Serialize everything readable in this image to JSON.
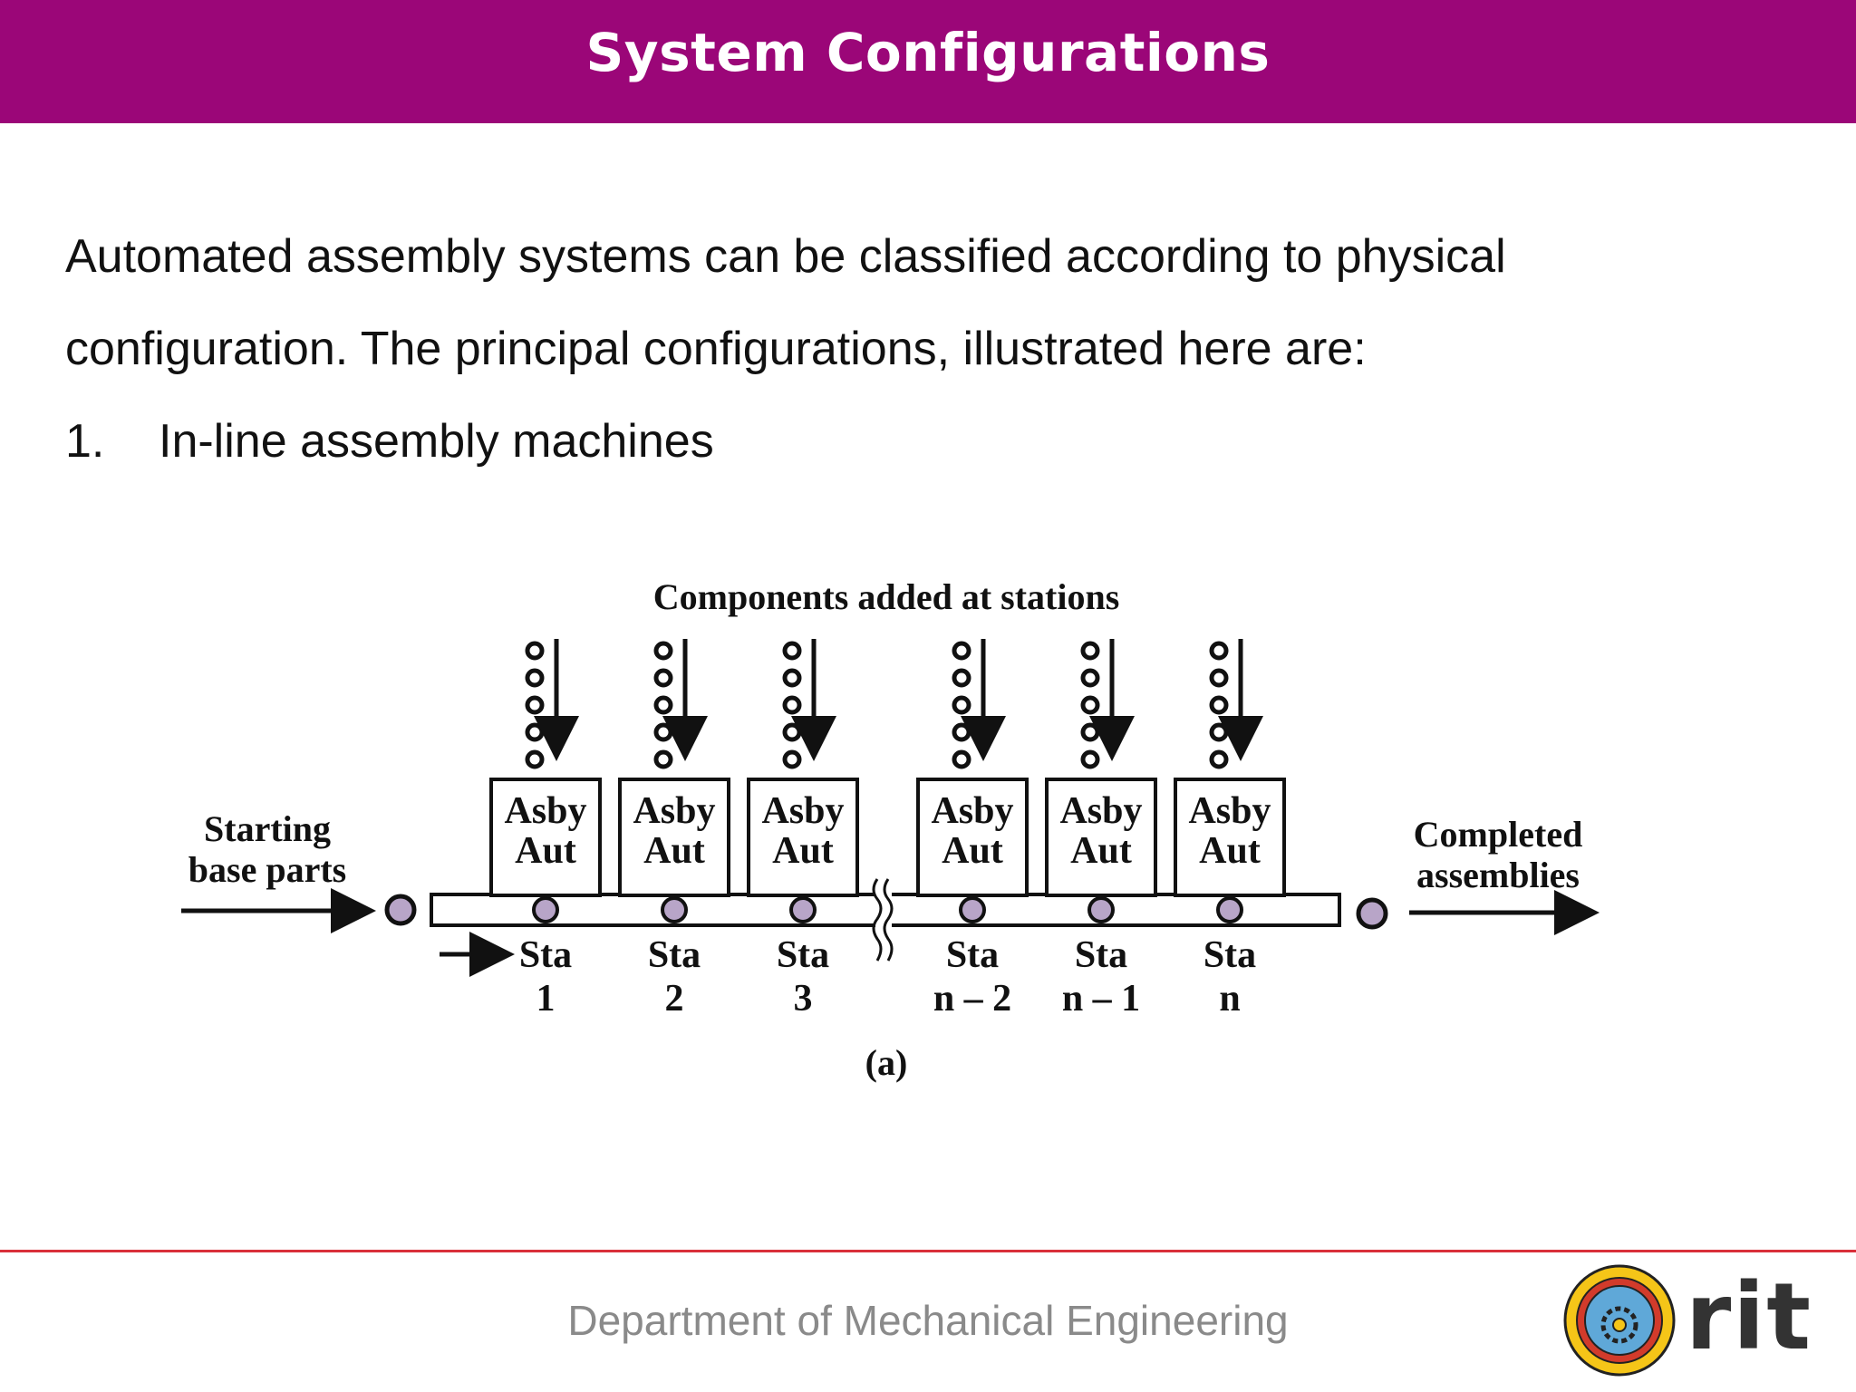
{
  "slide": {
    "title": "System Configurations",
    "intro_line1": "Automated assembly systems can be classified according to physical",
    "intro_line2": "configuration. The principal configurations, illustrated here are:",
    "list": [
      {
        "number": "1.",
        "text": "In-line assembly machines"
      }
    ]
  },
  "diagram": {
    "top_label": "Components added at stations",
    "input_label_line1": "Starting",
    "input_label_line2": "base parts",
    "output_label_line1": "Completed",
    "output_label_line2": "assemblies",
    "caption": "(a)",
    "stations": [
      {
        "box_line1": "Asby",
        "box_line2": "Aut",
        "label_line1": "Sta",
        "label_line2": "1"
      },
      {
        "box_line1": "Asby",
        "box_line2": "Aut",
        "label_line1": "Sta",
        "label_line2": "2"
      },
      {
        "box_line1": "Asby",
        "box_line2": "Aut",
        "label_line1": "Sta",
        "label_line2": "3"
      },
      {
        "box_line1": "Asby",
        "box_line2": "Aut",
        "label_line1": "Sta",
        "label_line2": "n – 2"
      },
      {
        "box_line1": "Asby",
        "box_line2": "Aut",
        "label_line1": "Sta",
        "label_line2": "n – 1"
      },
      {
        "box_line1": "Asby",
        "box_line2": "Aut",
        "label_line1": "Sta",
        "label_line2": "n"
      }
    ]
  },
  "footer": {
    "department": "Department of Mechanical Engineering",
    "logo_text": "rit"
  },
  "colors": {
    "header_bg": "#9b0678",
    "footer_rule": "#d9303a",
    "footer_text": "#8a8a8a"
  }
}
